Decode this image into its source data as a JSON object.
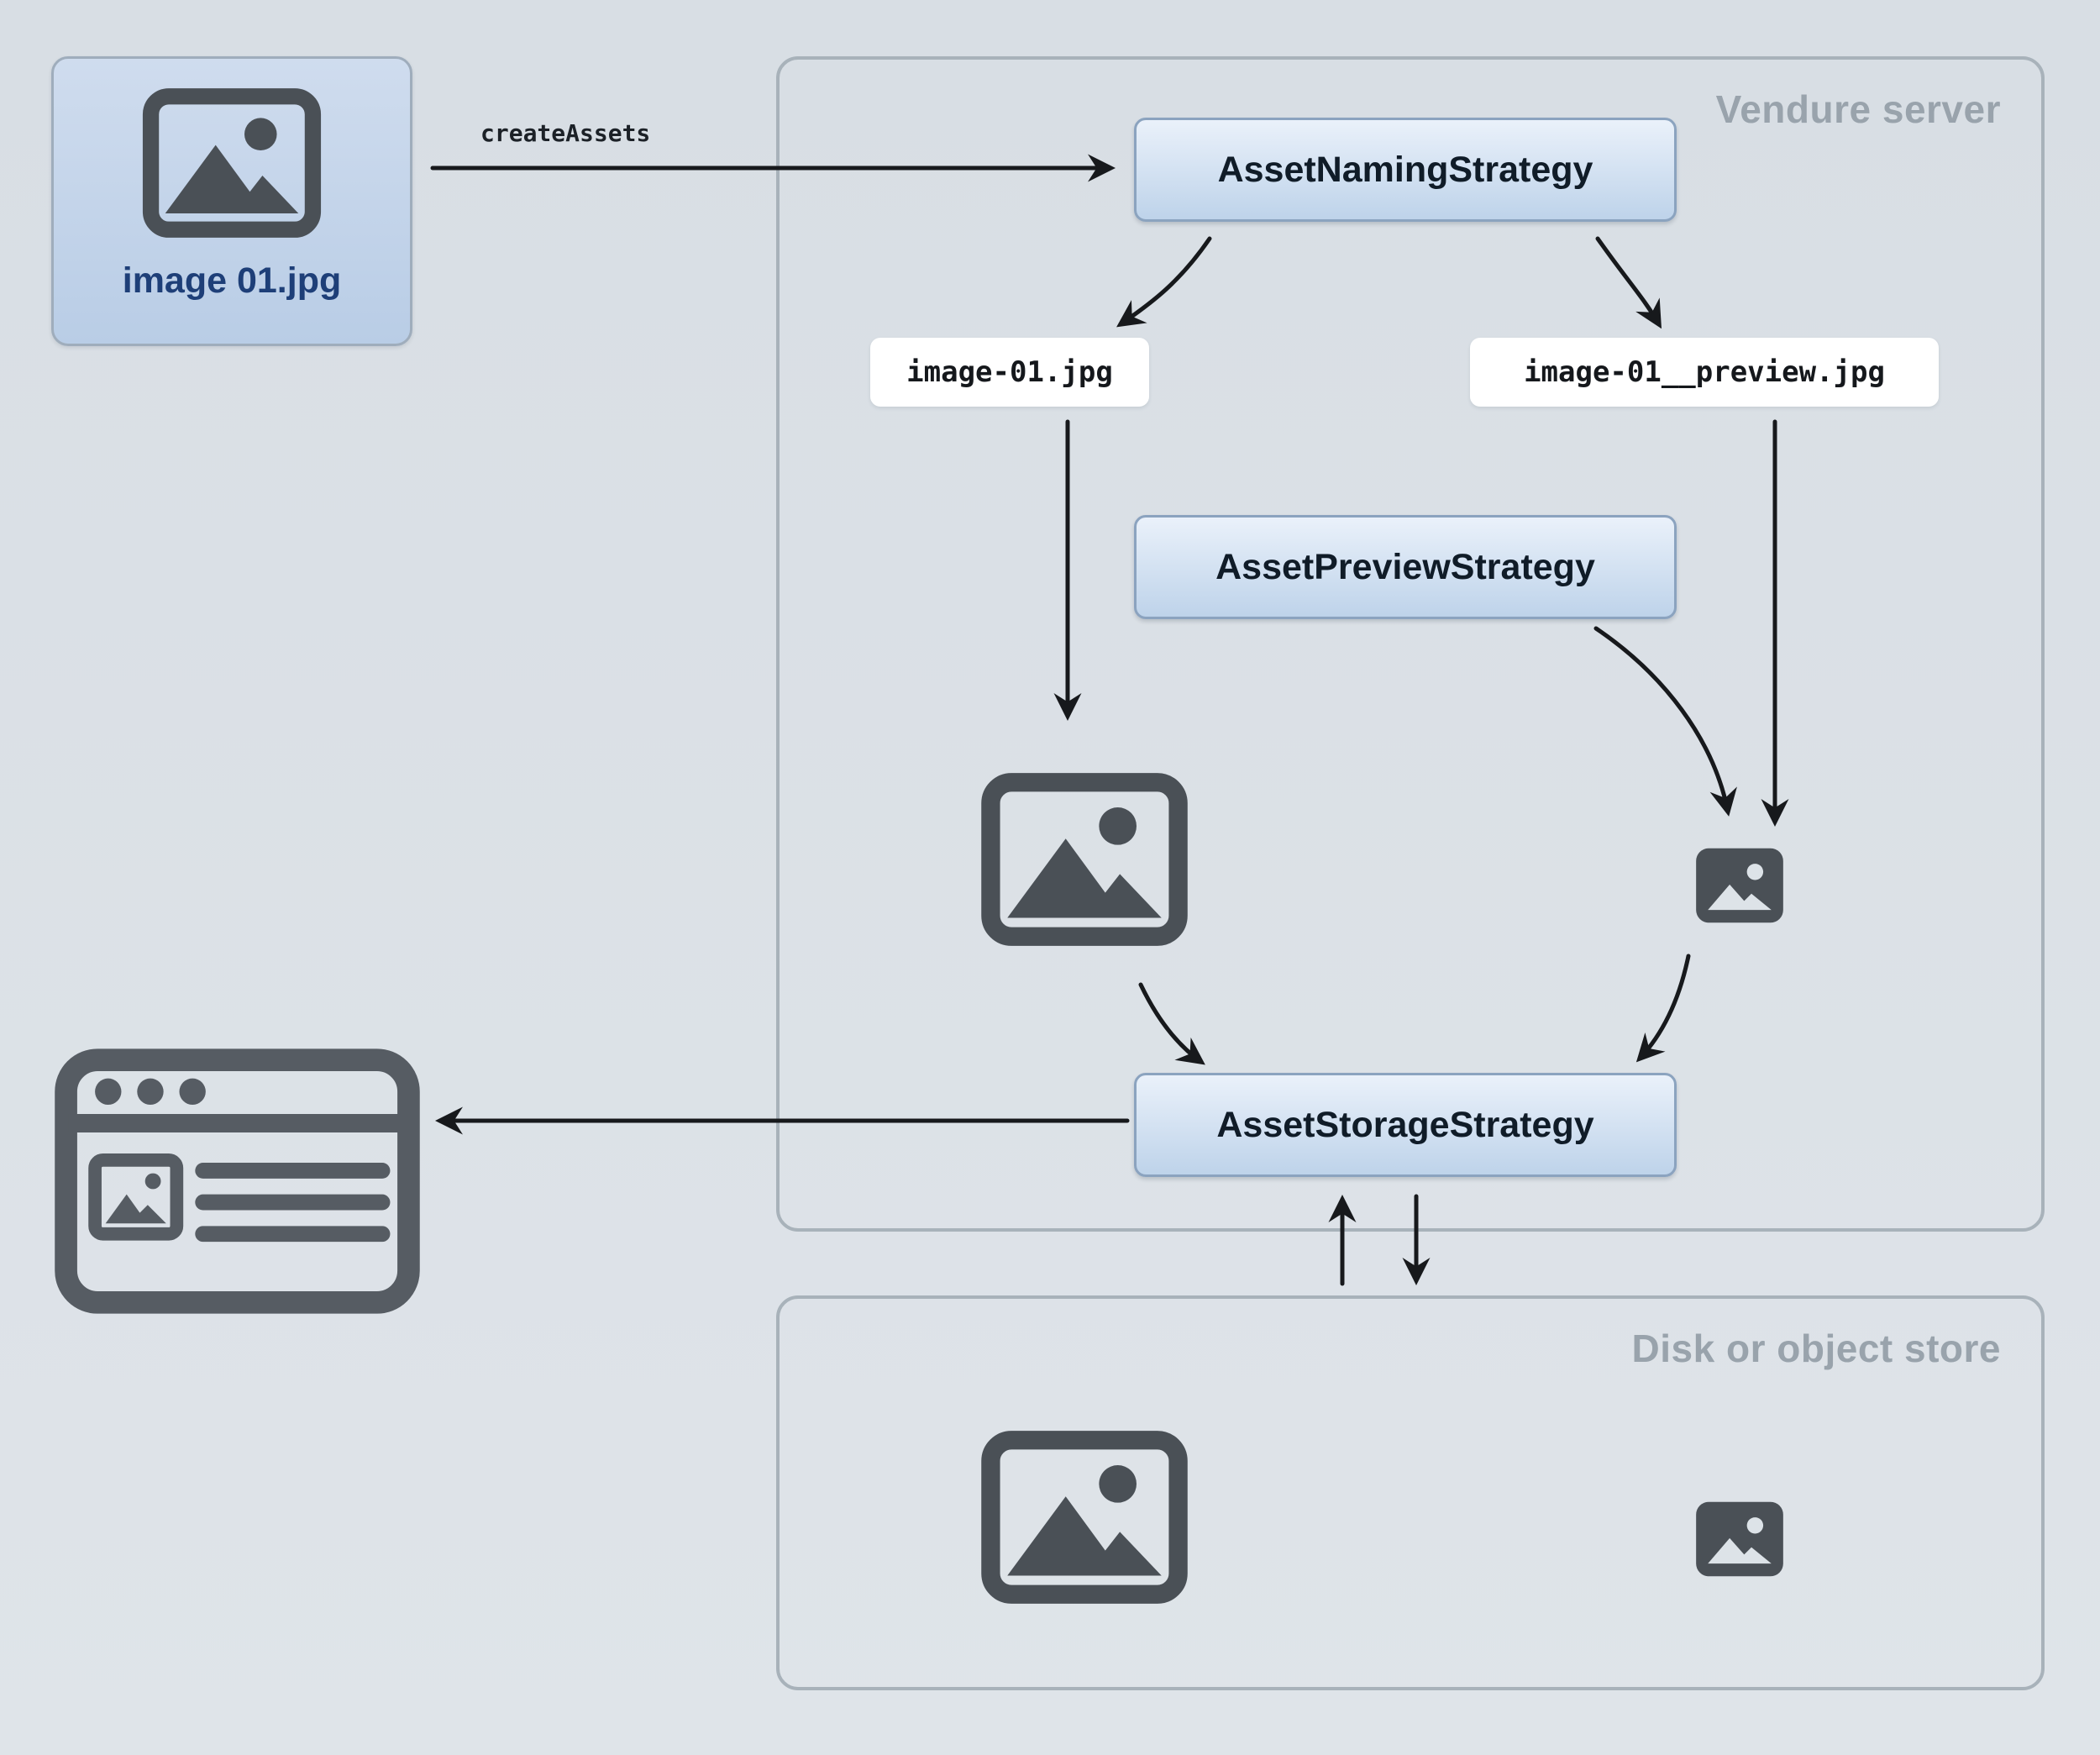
{
  "colors": {
    "background_top": "#d8dee4",
    "background_bottom": "#dfe4e9",
    "container_border": "#a8b2ba",
    "container_label": "#99a3ac",
    "strategy_border": "#8ba3bf",
    "strategy_bg_top": "#eaf1fa",
    "strategy_bg_bottom": "#bed3ea",
    "strategy_text": "#101c28",
    "filebox_label": "#1e3f78",
    "icon_gray": "#4a5056",
    "arrow": "#17191c"
  },
  "source_file": {
    "label": "image 01.jpg"
  },
  "flow": {
    "create_assets_label": "createAssets"
  },
  "vendure_server": {
    "label": "Vendure server",
    "naming_strategy": "AssetNamingStrategy",
    "preview_strategy": "AssetPreviewStrategy",
    "storage_strategy": "AssetStorageStrategy",
    "source_filename": "image-01.jpg",
    "preview_filename": "image-01__preview.jpg"
  },
  "disk_store": {
    "label": "Disk or object store"
  }
}
